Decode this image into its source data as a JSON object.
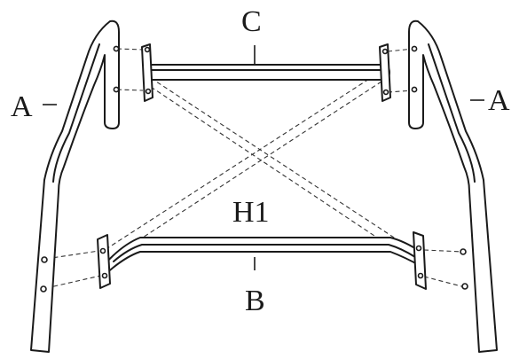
{
  "labels": {
    "frame_left": "A",
    "frame_right": "A",
    "top_bar": "C",
    "bottom_bar": "B",
    "center": "H1"
  }
}
